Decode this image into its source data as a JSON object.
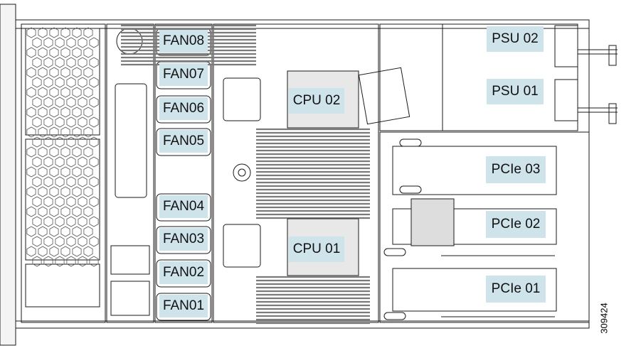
{
  "labels": {
    "fan08": "FAN08",
    "fan07": "FAN07",
    "fan06": "FAN06",
    "fan05": "FAN05",
    "fan04": "FAN04",
    "fan03": "FAN03",
    "fan02": "FAN02",
    "fan01": "FAN01",
    "cpu02": "CPU 02",
    "cpu01": "CPU 01",
    "psu02": "PSU 02",
    "psu01": "PSU 01",
    "pcie03": "PCIe 03",
    "pcie02": "PCIe 02",
    "pcie01": "PCIe 01"
  },
  "figure_id": "309424",
  "colors": {
    "label_fill": "#cfe3ea",
    "line": "#1a1a1a",
    "dimm": "#8a8a8a"
  }
}
